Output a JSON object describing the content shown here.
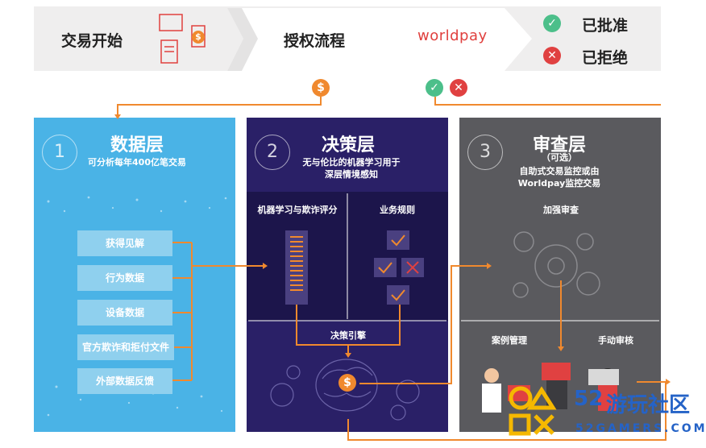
{
  "header": {
    "start_label": "交易开始",
    "auth_label": "授权流程",
    "brand": "worldpay",
    "approved_label": "已批准",
    "declined_label": "已拒绝",
    "check_glyph": "✓",
    "cross_glyph": "✕",
    "dollar_glyph": "$"
  },
  "columns": [
    {
      "number": "1",
      "title": "数据层",
      "subtitle": "可分析每年400亿笔交易"
    },
    {
      "number": "2",
      "title": "决策层",
      "subtitle_line1": "无与伦比的机器学习用于",
      "subtitle_line2": "深层情境感知"
    },
    {
      "number": "3",
      "title": "审查层",
      "optional": "（可选）",
      "subtitle_line1": "自助式交易监控或由",
      "subtitle_line2": "Worldpay监控交易"
    }
  ],
  "data_items": [
    "获得见解",
    "行为数据",
    "设备数据",
    "官方欺诈和拒付文件",
    "外部数据反馈"
  ],
  "decision": {
    "ml_label": "机器学习与欺诈评分",
    "rules_label": "业务规则",
    "engine_label": "决策引擎"
  },
  "review": {
    "enhanced_label": "加强审查",
    "case_label": "案例管理",
    "manual_label": "手动审核"
  },
  "watermark": {
    "number": "52",
    "name": "游玩社区",
    "domain": "52GAMERS.COM"
  },
  "colors": {
    "data_layer": "#4ab3e6",
    "decision_layer": "#2a2067",
    "review_layer": "#5a5a5e",
    "orange": "#f0892e",
    "green": "#4cbf8a",
    "red": "#e04141"
  }
}
